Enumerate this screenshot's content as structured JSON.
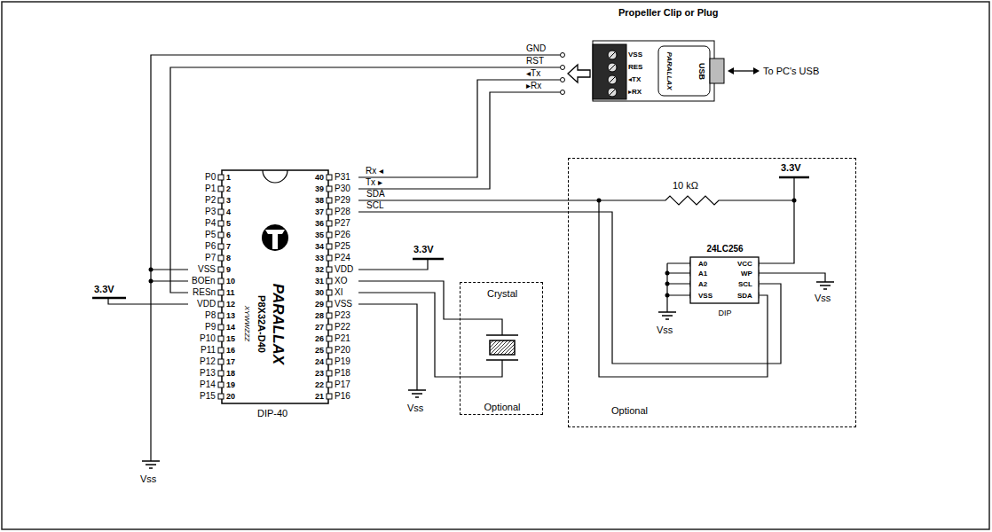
{
  "diagram": {
    "nodes": [
      {
        "text": [
          "PARALLAX",
          "P8X32A-D40",
          "XYWWZZZ",
          "DIP-40"
        ]
      },
      {
        "text": [
          "Propeller Clip or Plug",
          "VSS",
          "RES",
          "◂TX",
          "▸RX",
          "PARALLAX",
          "USB"
        ]
      },
      {
        "text": [
          "Crystal",
          "Optional"
        ]
      },
      {
        "text": [
          "Optional"
        ]
      },
      {
        "text": [
          "24LC256",
          "A0",
          "A1",
          "A2",
          "VSS",
          "VCC",
          "WP",
          "SCL",
          "SDA",
          "DIP"
        ],
        "in": 3
      }
    ],
    "edges": [
      {
        "from": 1,
        "to": 0,
        "arrow": "none",
        "label": "GND"
      },
      {
        "from": 1,
        "to": 0,
        "arrow": "none",
        "label": "RST"
      },
      {
        "from": 1,
        "to": 0,
        "arrow": "none",
        "label": "◂Tx"
      },
      {
        "from": 1,
        "to": 0,
        "arrow": "none",
        "label": "▸Rx"
      },
      {
        "from": 0,
        "to": 2,
        "arrow": "none"
      },
      {
        "from": 0,
        "to": 2,
        "arrow": "none"
      },
      {
        "from": 0,
        "to": 4,
        "arrow": "none",
        "label": "SDA"
      },
      {
        "from": 0,
        "to": 4,
        "arrow": "none",
        "label": "SCL"
      }
    ],
    "labels": [
      "P0",
      "P1",
      "P2",
      "P3",
      "P4",
      "P5",
      "P6",
      "P7",
      "VSS",
      "BOEn",
      "RESn",
      "VDD",
      "P8",
      "P9",
      "P10",
      "P11",
      "P12",
      "P13",
      "P14",
      "P15",
      "1",
      "2",
      "3",
      "4",
      "5",
      "6",
      "7",
      "8",
      "9",
      "10",
      "11",
      "12",
      "13",
      "14",
      "15",
      "16",
      "17",
      "18",
      "19",
      "20",
      "40",
      "39",
      "38",
      "37",
      "36",
      "35",
      "34",
      "33",
      "32",
      "31",
      "30",
      "29",
      "28",
      "27",
      "26",
      "25",
      "24",
      "23",
      "22",
      "21",
      "P31",
      "P30",
      "P29",
      "P28",
      "P27",
      "P26",
      "P25",
      "P24",
      "VDD",
      "XO",
      "XI",
      "VSS",
      "P23",
      "P22",
      "P21",
      "P20",
      "P19",
      "P18",
      "P17",
      "P16",
      "Rx ◂",
      "Tx ▸",
      "3.3V",
      "Vss",
      "3.3V",
      "Vss",
      "10 kΩ",
      "3.3V",
      "Vss",
      "Vss",
      "To PC's USB"
    ]
  }
}
